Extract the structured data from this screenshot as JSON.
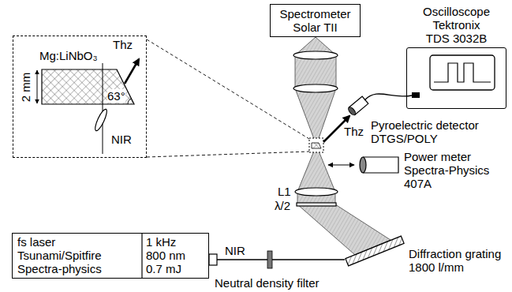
{
  "diagram": {
    "nodes": [
      {
        "text": [
          "Spectrometer Solar TII"
        ]
      },
      {
        "text": [
          "Oscilloscope Tektronix TDS 3032B"
        ]
      },
      {
        "text": [
          "Mg:LiNbO₃",
          "Thz",
          "63°",
          "2 mm",
          "NIR"
        ]
      },
      {
        "text": [
          "fs laser",
          "1 kHz",
          "Tsunami/Spitfire",
          "800 nm",
          "Spectra-physics",
          "0.7 mJ"
        ]
      }
    ],
    "labels": [
      "NIR",
      "Neutral density filter",
      "Diffraction grating 1800 l/mm",
      "L1",
      "λ/2",
      "Thz",
      "Pyroelectric detector DTGS/POLY",
      "Power meter Spectra-Physics 407A"
    ]
  }
}
